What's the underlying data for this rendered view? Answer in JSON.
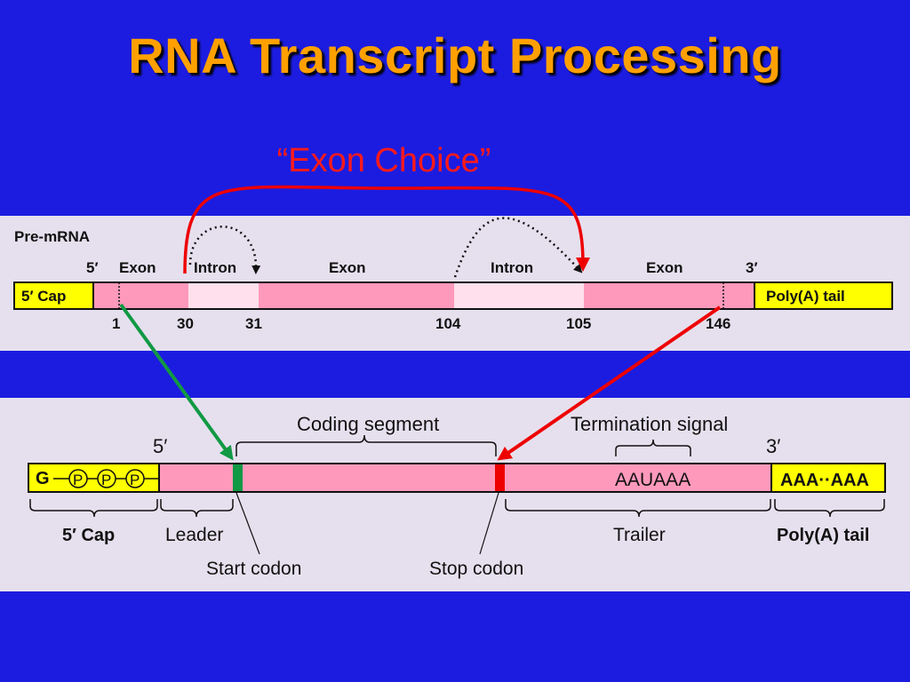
{
  "slide": {
    "title": "RNA Transcript Processing",
    "subtitle": "“Exon Choice”"
  },
  "pre_mrna": {
    "heading": "Pre-mRNA",
    "five_prime": "5′",
    "three_prime": "3′",
    "cap_label": "5′ Cap",
    "polya_label": "Poly(A) tail",
    "segment_labels": [
      "Exon",
      "Intron",
      "Exon",
      "Intron",
      "Exon"
    ],
    "positions": [
      "1",
      "30",
      "31",
      "104",
      "105",
      "146"
    ]
  },
  "mrna": {
    "five_prime": "5′",
    "three_prime": "3′",
    "cap_g": "G",
    "phosphate": "P",
    "termination_seq": "AAUAAA",
    "polya_seq": "AAA··AAA",
    "coding_segment_label": "Coding segment",
    "termination_label": "Termination signal",
    "cap_label": "5′ Cap",
    "leader_label": "Leader",
    "trailer_label": "Trailer",
    "polya_label": "Poly(A) tail",
    "start_codon_label": "Start codon",
    "stop_codon_label": "Stop codon"
  },
  "colors": {
    "background": "#1c1ce0",
    "title": "#ffa000",
    "exon": "#ff99bb",
    "intron": "#ffe0ec",
    "cap_tail": "#ffff00",
    "start_codon": "#119944",
    "stop_codon": "#ee0000",
    "choice_arrow": "#ee0000"
  }
}
